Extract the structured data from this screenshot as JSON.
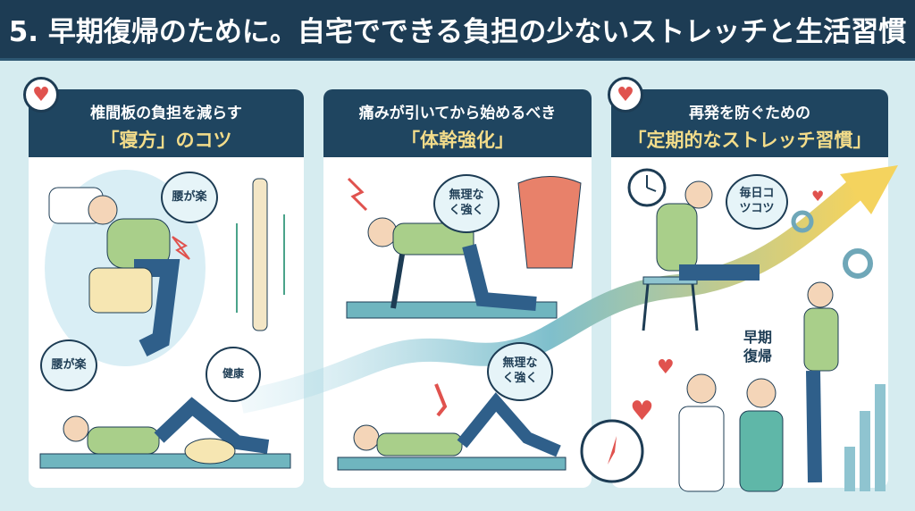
{
  "title": "5. 早期復帰のために。自宅でできる負担の少ないストレッチと生活習慣",
  "panels": [
    {
      "line1": "椎間板の負担を減らす",
      "line2": "「寝方」のコツ",
      "bubbles": [
        "腰が楽",
        "腰が楽"
      ],
      "clock_label": "健康"
    },
    {
      "line1": "痛みが引いてから始めるべき",
      "line2": "「体幹強化」",
      "bubbles": [
        "無理なく強く",
        "無理なく強く"
      ]
    },
    {
      "line1": "再発を防ぐための",
      "line2": "「定期的なストレッチ習慣」",
      "bubbles": [
        "毎日コツコツ"
      ],
      "goal_label": "早期復帰"
    }
  ],
  "colors": {
    "header": "#1d3c54",
    "accent": "#f3dc8a",
    "heart": "#e0524e",
    "background": "#d6ecf0"
  }
}
